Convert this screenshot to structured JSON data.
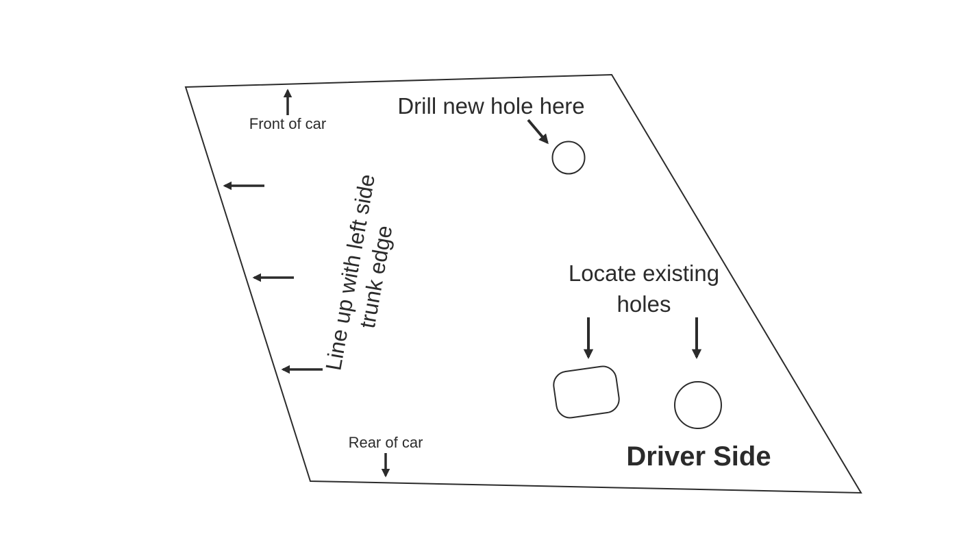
{
  "labels": {
    "front": "Front of car",
    "rear": "Rear of car",
    "drill": "Drill new hole here",
    "lineup_line1": "Line up with left side",
    "lineup_line2": "trunk edge",
    "locate_line1": "Locate existing",
    "locate_line2": "holes",
    "side": "Driver Side"
  },
  "colors": {
    "stroke": "#2b2b2b",
    "background": "#ffffff"
  }
}
